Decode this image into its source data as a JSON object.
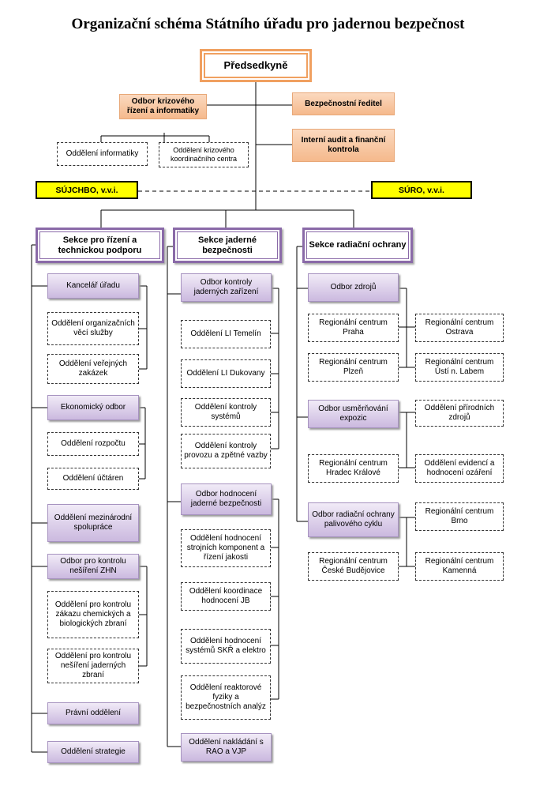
{
  "title": "Organizační schéma Státního úřadu pro jadernou bezpečnost",
  "chair": "Předsedkyně",
  "top_units": {
    "crisis": "Odbor krizového řízení a informatiky",
    "security_director": "Bezpečnostní ředitel",
    "audit": "Interní audit a finanční kontrola",
    "it_dept": "Oddělení informatiky",
    "crisis_center": "Oddělení krizového koordinačního centra"
  },
  "institutes": {
    "left": "SÚJCHBO, v.v.i.",
    "right": "SÚRO, v.v.i."
  },
  "sections": {
    "s1": "Sekce pro řízení a technickou podporu",
    "s2": "Sekce jaderné bezpečnosti",
    "s3": "Sekce radiační ochrany"
  },
  "col1": {
    "kancelar": "Kancelář úřadu",
    "org_veci": "Oddělení organizačních věcí služby",
    "verejne": "Oddělení veřejných zakázek",
    "ekonomicky": "Ekonomický odbor",
    "rozpocet": "Oddělení rozpočtu",
    "uctaren": "Oddělení účtáren",
    "mezinarodni": "Oddělení mezinárodní spolupráce",
    "zhn": "Odbor pro kontrolu nešíření ZHN",
    "chem_bio": "Oddělení pro kontrolu zákazu chemických a biologických zbraní",
    "jaderne_zbrane": "Oddělení pro kontrolu nešíření jaderných zbraní",
    "pravni": "Právní oddělení",
    "strategie": "Oddělení strategie"
  },
  "col2": {
    "kontrola_jz": "Odbor kontroly jaderných zařízení",
    "temelin": "Oddělení LI Temelín",
    "dukovany": "Oddělení LI Dukovany",
    "systemy": "Oddělení kontroly systémů",
    "provoz": "Oddělení kontroly provozu a zpětné vazby",
    "hodnoceni_jb": "Odbor hodnocení jaderné bezpečnosti",
    "strojni": "Oddělení hodnocení strojních komponent a řízení jakosti",
    "koordinace": "Oddělení koordinace hodnocení JB",
    "skr": "Oddělení hodnocení systémů SKŘ a elektro",
    "reaktor": "Oddělení reaktorové fyziky a bezpečnostních analýz",
    "rao": "Oddělení nakládání s RAO a VJP"
  },
  "col3": {
    "zdroju": "Odbor zdrojů",
    "praha": "Regionální centrum Praha",
    "ostrava": "Regionální centrum Ostrava",
    "plzen": "Regionální centrum Plzeň",
    "usti": "Regionální centrum Ústí n. Labem",
    "expozic": "Odbor usměrňování expozic",
    "prirodni": "Oddělení přírodních zdrojů",
    "hradec": "Regionální centrum Hradec Králové",
    "evidence": "Oddělení evidencí a hodnocení ozáření",
    "palivovy": "Odbor radiační ochrany palivového cyklu",
    "brno": "Regionální centrum Brno",
    "budejovice": "Regionální centrum České Budějovice",
    "kamenna": "Regionální centrum Kamenná"
  }
}
